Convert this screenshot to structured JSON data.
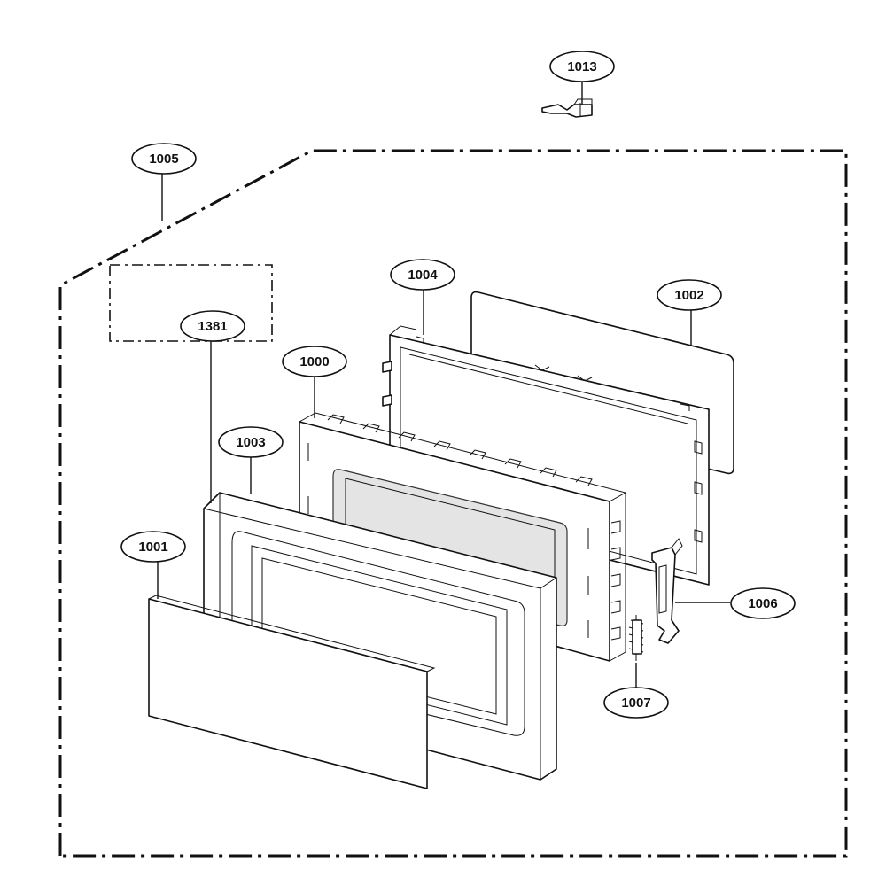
{
  "diagram": {
    "callouts": [
      {
        "id": "c1013",
        "label": "1013"
      },
      {
        "id": "c1005",
        "label": "1005"
      },
      {
        "id": "c1004",
        "label": "1004"
      },
      {
        "id": "c1002",
        "label": "1002"
      },
      {
        "id": "c1381",
        "label": "1381"
      },
      {
        "id": "c1000",
        "label": "1000"
      },
      {
        "id": "c1003",
        "label": "1003"
      },
      {
        "id": "c1001",
        "label": "1001"
      },
      {
        "id": "c1006",
        "label": "1006"
      },
      {
        "id": "c1007",
        "label": "1007"
      }
    ]
  }
}
